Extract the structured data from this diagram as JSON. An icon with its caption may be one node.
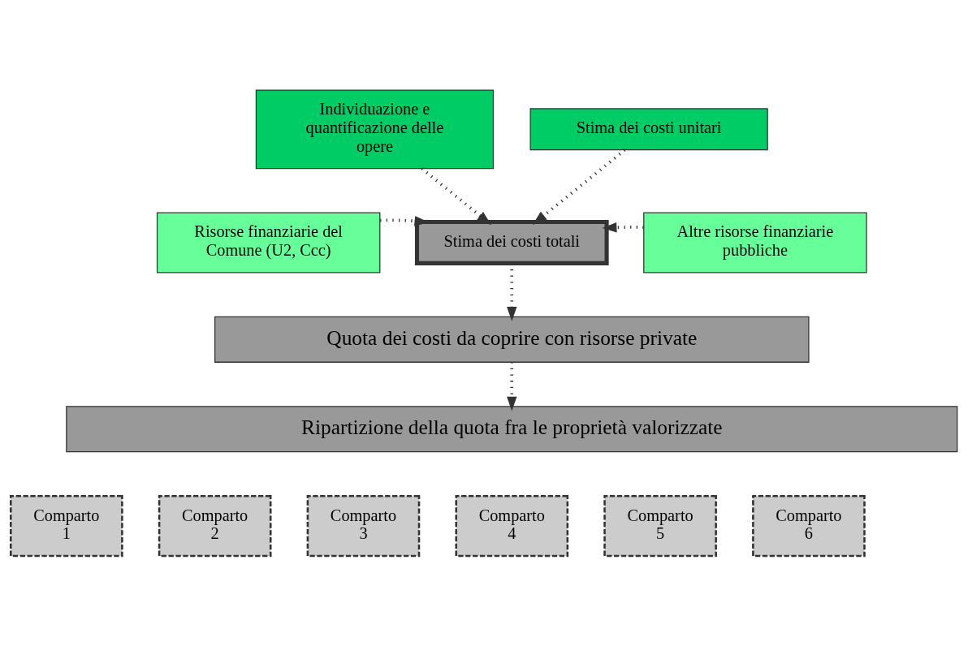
{
  "diagram": {
    "nodes": [
      {
        "text": [
          "Individuazione e quantificazione delle opere"
        ]
      },
      {
        "text": [
          "Stima dei costi unitari"
        ]
      },
      {
        "text": [
          "Risorse finanziarie del Comune (U2, Ccc)"
        ]
      },
      {
        "text": [
          "Stima dei costi totali"
        ]
      },
      {
        "text": [
          "Altre risorse finanziarie pubbliche"
        ]
      },
      {
        "text": [
          "Quota dei costi da coprire con risorse private"
        ]
      },
      {
        "text": [
          "Ripartizione della quota fra le proprietà valorizzate"
        ]
      },
      {
        "text": [
          "Comparto 1"
        ]
      },
      {
        "text": [
          "Comparto 2"
        ]
      },
      {
        "text": [
          "Comparto 3"
        ]
      },
      {
        "text": [
          "Comparto 4"
        ]
      },
      {
        "text": [
          "Comparto 5"
        ]
      },
      {
        "text": [
          "Comparto 6"
        ]
      }
    ],
    "edges": [
      {
        "from": 0,
        "to": 3,
        "arrow": "to"
      },
      {
        "from": 1,
        "to": 3,
        "arrow": "to"
      },
      {
        "from": 2,
        "to": 3,
        "arrow": "to"
      },
      {
        "from": 4,
        "to": 3,
        "arrow": "to"
      },
      {
        "from": 3,
        "to": 5,
        "arrow": "to"
      },
      {
        "from": 5,
        "to": 6,
        "arrow": "to"
      }
    ]
  }
}
